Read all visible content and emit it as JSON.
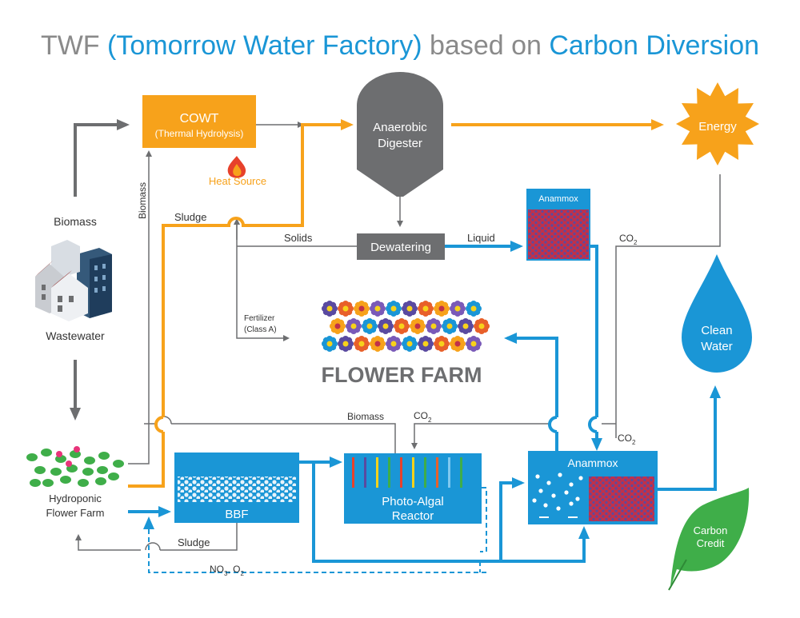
{
  "title": {
    "part1": "TWF ",
    "part2": "(Tomorrow Water Factory)",
    "part3": " based on ",
    "part4": "Carbon Diversion"
  },
  "nodes": {
    "cowt": {
      "label": "COWT",
      "sub": "(Thermal Hydrolysis)"
    },
    "heat_source": "Heat Source",
    "digester": {
      "line1": "Anaerobic",
      "line2": "Digester"
    },
    "energy": "Energy",
    "dewatering": "Dewatering",
    "anammox_top": "Anammox",
    "anammox_bottom": "Anammox",
    "clean_water": {
      "line1": "Clean",
      "line2": "Water"
    },
    "flower_farm": "FLOWER FARM",
    "bbf": "BBF",
    "photo_algal": {
      "line1": "Photo-Algal",
      "line2": "Reactor"
    },
    "carbon_credit": {
      "line1": "Carbon",
      "line2": "Credit"
    },
    "hydroponic": {
      "line1": "Hydroponic",
      "line2": "Flower Farm"
    },
    "biomass_source": "Biomass",
    "wastewater": "Wastewater"
  },
  "labels": {
    "biomass_vertical": "Biomass",
    "sludge_top": "Sludge",
    "solids": "Solids",
    "liquid": "Liquid",
    "co2_right_top": "CO",
    "co2_right_mid": "CO",
    "co2_mid": "CO",
    "co2_sub": "2",
    "fertilizer": "Fertilizer",
    "fertilizer_class": "(Class A)",
    "biomass_mid": "Biomass",
    "sludge_bottom": "Sludge",
    "no3_o2": "NO",
    "no3_sub": "3",
    "o2_part": ", O",
    "o2_sub": "2"
  },
  "colors": {
    "orange": "#f7a21b",
    "blue": "#1a96d6",
    "gray": "#6d6e70",
    "green": "#3fae49",
    "dark_text": "#333333",
    "title_gray": "#8a8a8a"
  }
}
